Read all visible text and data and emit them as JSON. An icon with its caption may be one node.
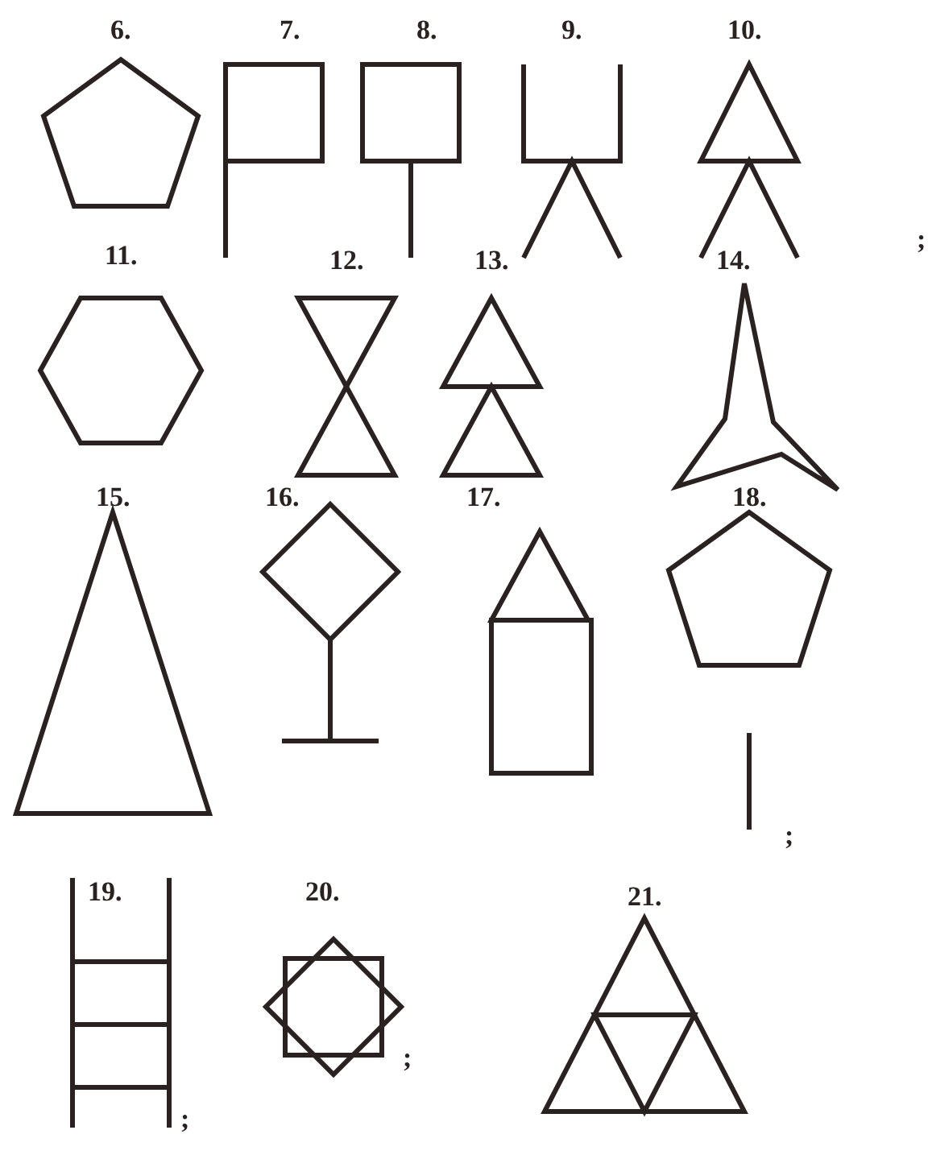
{
  "diagram": {
    "labels": [
      "6.",
      "7.",
      "8.",
      "9.",
      "10.",
      ";",
      "11.",
      "12.",
      "13.",
      "14.",
      "15.",
      "16.",
      "17.",
      "18.",
      ";",
      "19.",
      ";",
      "20.",
      ";",
      "21."
    ]
  }
}
